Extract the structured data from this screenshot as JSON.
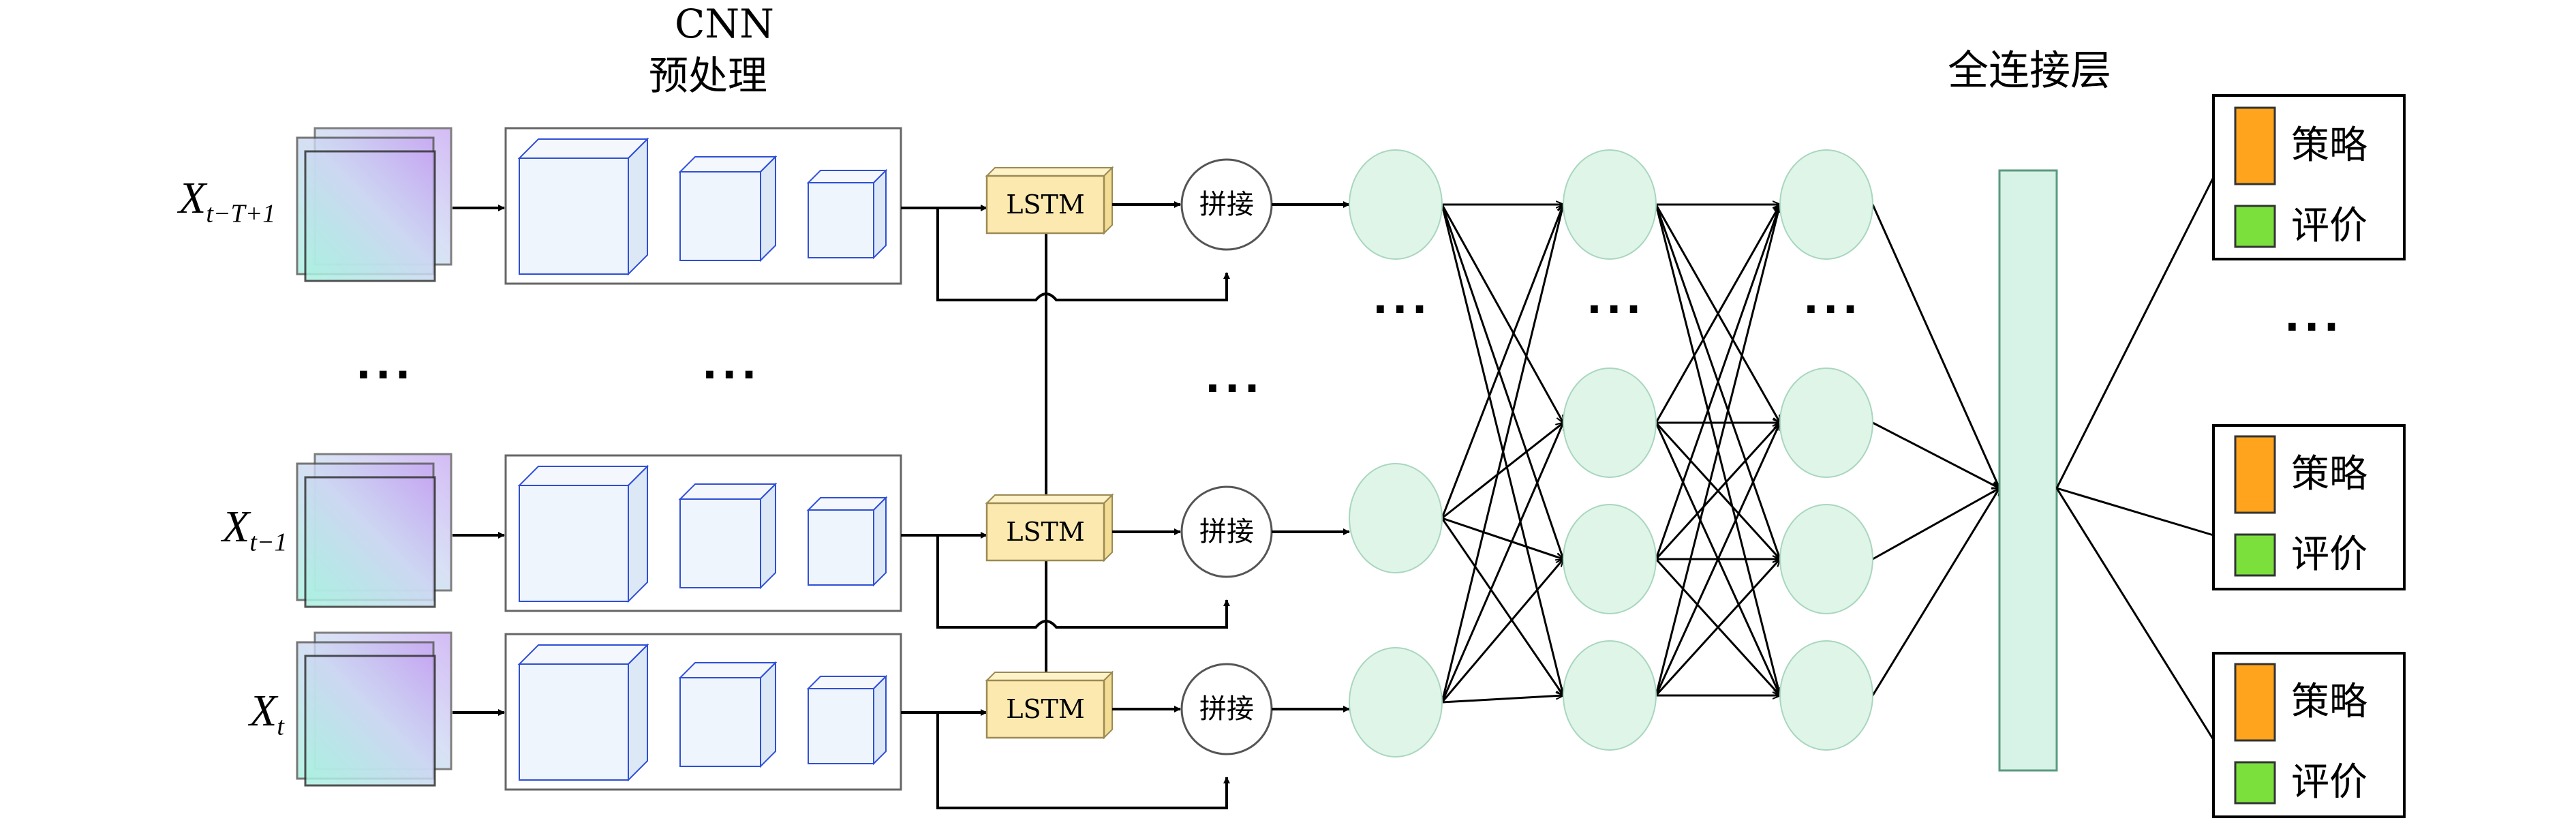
{
  "cnn_title": "CNN",
  "cnn_subtitle": "预处理",
  "fc_title": "全连接层",
  "lstm_label": "LSTM",
  "concat_label": "拼接",
  "ellipsis": "···",
  "inputs": [
    {
      "base": "X",
      "sub": "t−T+1"
    },
    {
      "base": "X",
      "sub": "t−1"
    },
    {
      "base": "X",
      "sub": "t"
    }
  ],
  "outputs": [
    {
      "policy": "策略",
      "value": "评价"
    },
    {
      "policy": "策略",
      "value": "评价"
    },
    {
      "policy": "策略",
      "value": "评价"
    }
  ],
  "colors": {
    "nn_node_fill": "#dff5e8",
    "nn_node_stroke": "#a9d6bf",
    "lstm_fill": "#fbe9b0",
    "lstm_stroke": "#b8a060",
    "cube_fill": "#eef5fc",
    "cube_stroke": "#2f4fd6",
    "fc_fill": "#d7f2e6",
    "fc_stroke": "#5a9a80",
    "policy_color": "#ffa41c",
    "value_color": "#7be03c"
  }
}
